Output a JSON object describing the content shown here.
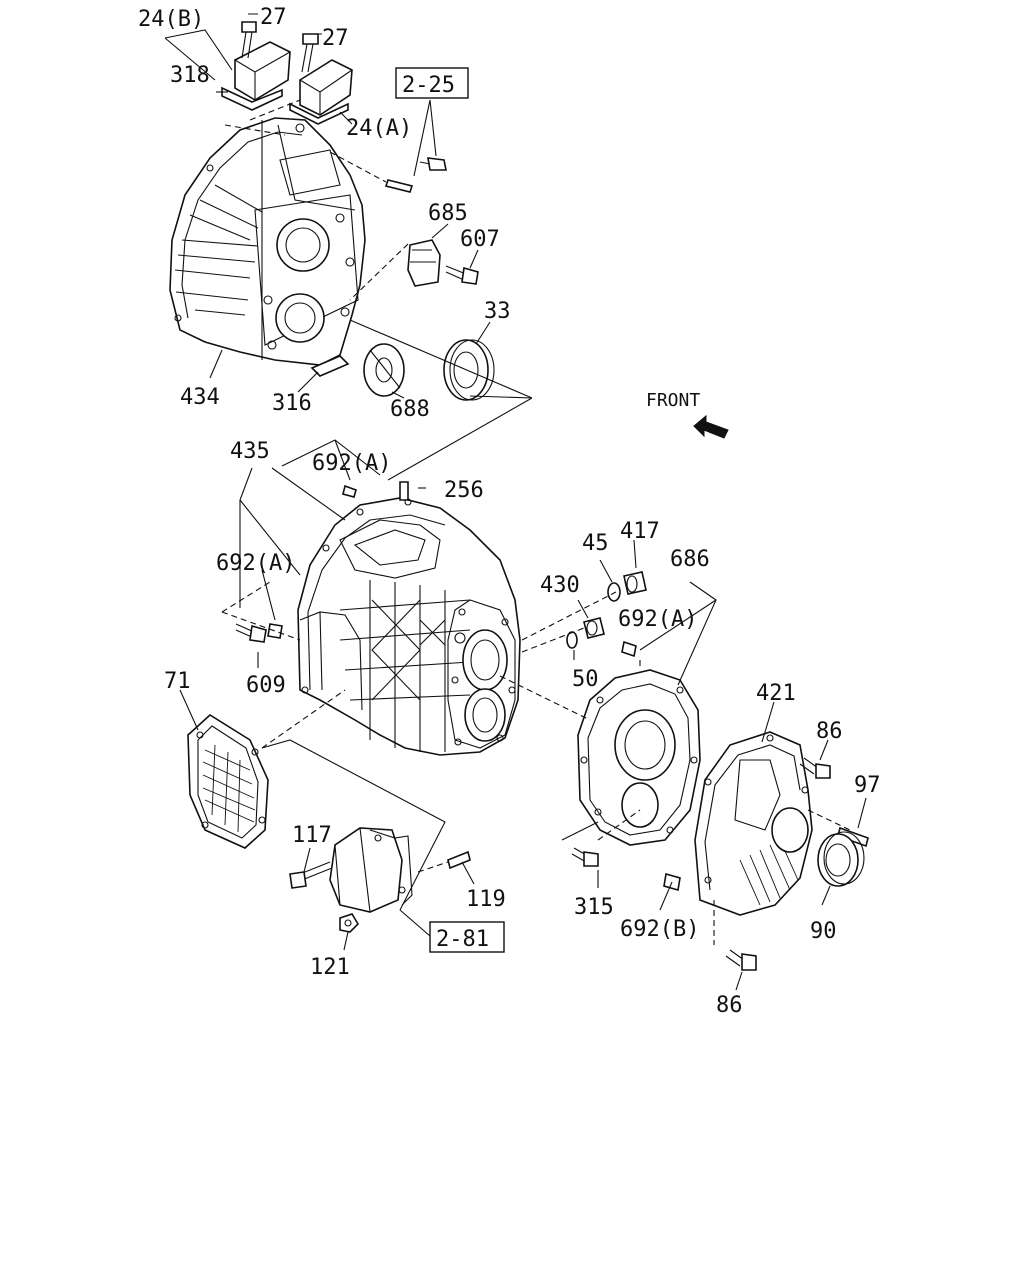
{
  "direction_label": "FRONT",
  "callouts": {
    "p24b": "24(B)",
    "p27a": "27",
    "p27b": "27",
    "p318": "318",
    "p24a": "24(A)",
    "p685": "685",
    "p607": "607",
    "p33": "33",
    "p434": "434",
    "p316": "316",
    "p688": "688",
    "p435": "435",
    "p692a_top": "692(A)",
    "p256": "256",
    "p692a_left": "692(A)",
    "p609": "609",
    "p45": "45",
    "p417": "417",
    "p686": "686",
    "p430": "430",
    "p692a_right": "692(A)",
    "p50": "50",
    "p71": "71",
    "p421": "421",
    "p86_top": "86",
    "p97": "97",
    "p117": "117",
    "p119": "119",
    "p315": "315",
    "p90": "90",
    "p692b": "692(B)",
    "p121": "121",
    "p86_bottom": "86"
  },
  "references": {
    "ref_2_25": "2-25",
    "ref_2_81": "2-81"
  }
}
